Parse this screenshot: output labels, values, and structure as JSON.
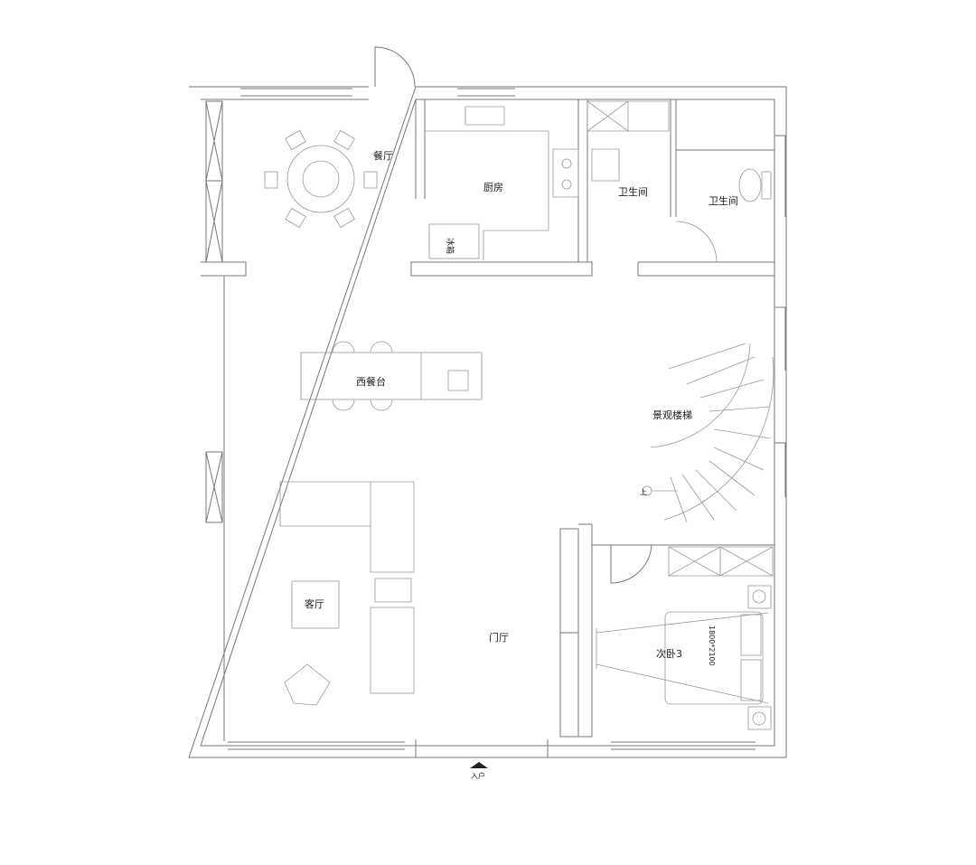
{
  "rooms": {
    "dining": "餐厅",
    "kitchen": "厨房",
    "bath1": "卫生间",
    "bath2": "卫生间",
    "western_bar": "西餐台",
    "stair": "景观楼梯",
    "living": "客厅",
    "foyer": "门厅",
    "bedroom3": "次卧3",
    "bed_size": "1800*2100",
    "fridge": "冰箱",
    "entrance": "入户",
    "stair_up": "上"
  },
  "colors": {
    "line": "#777777",
    "background": "#ffffff"
  }
}
